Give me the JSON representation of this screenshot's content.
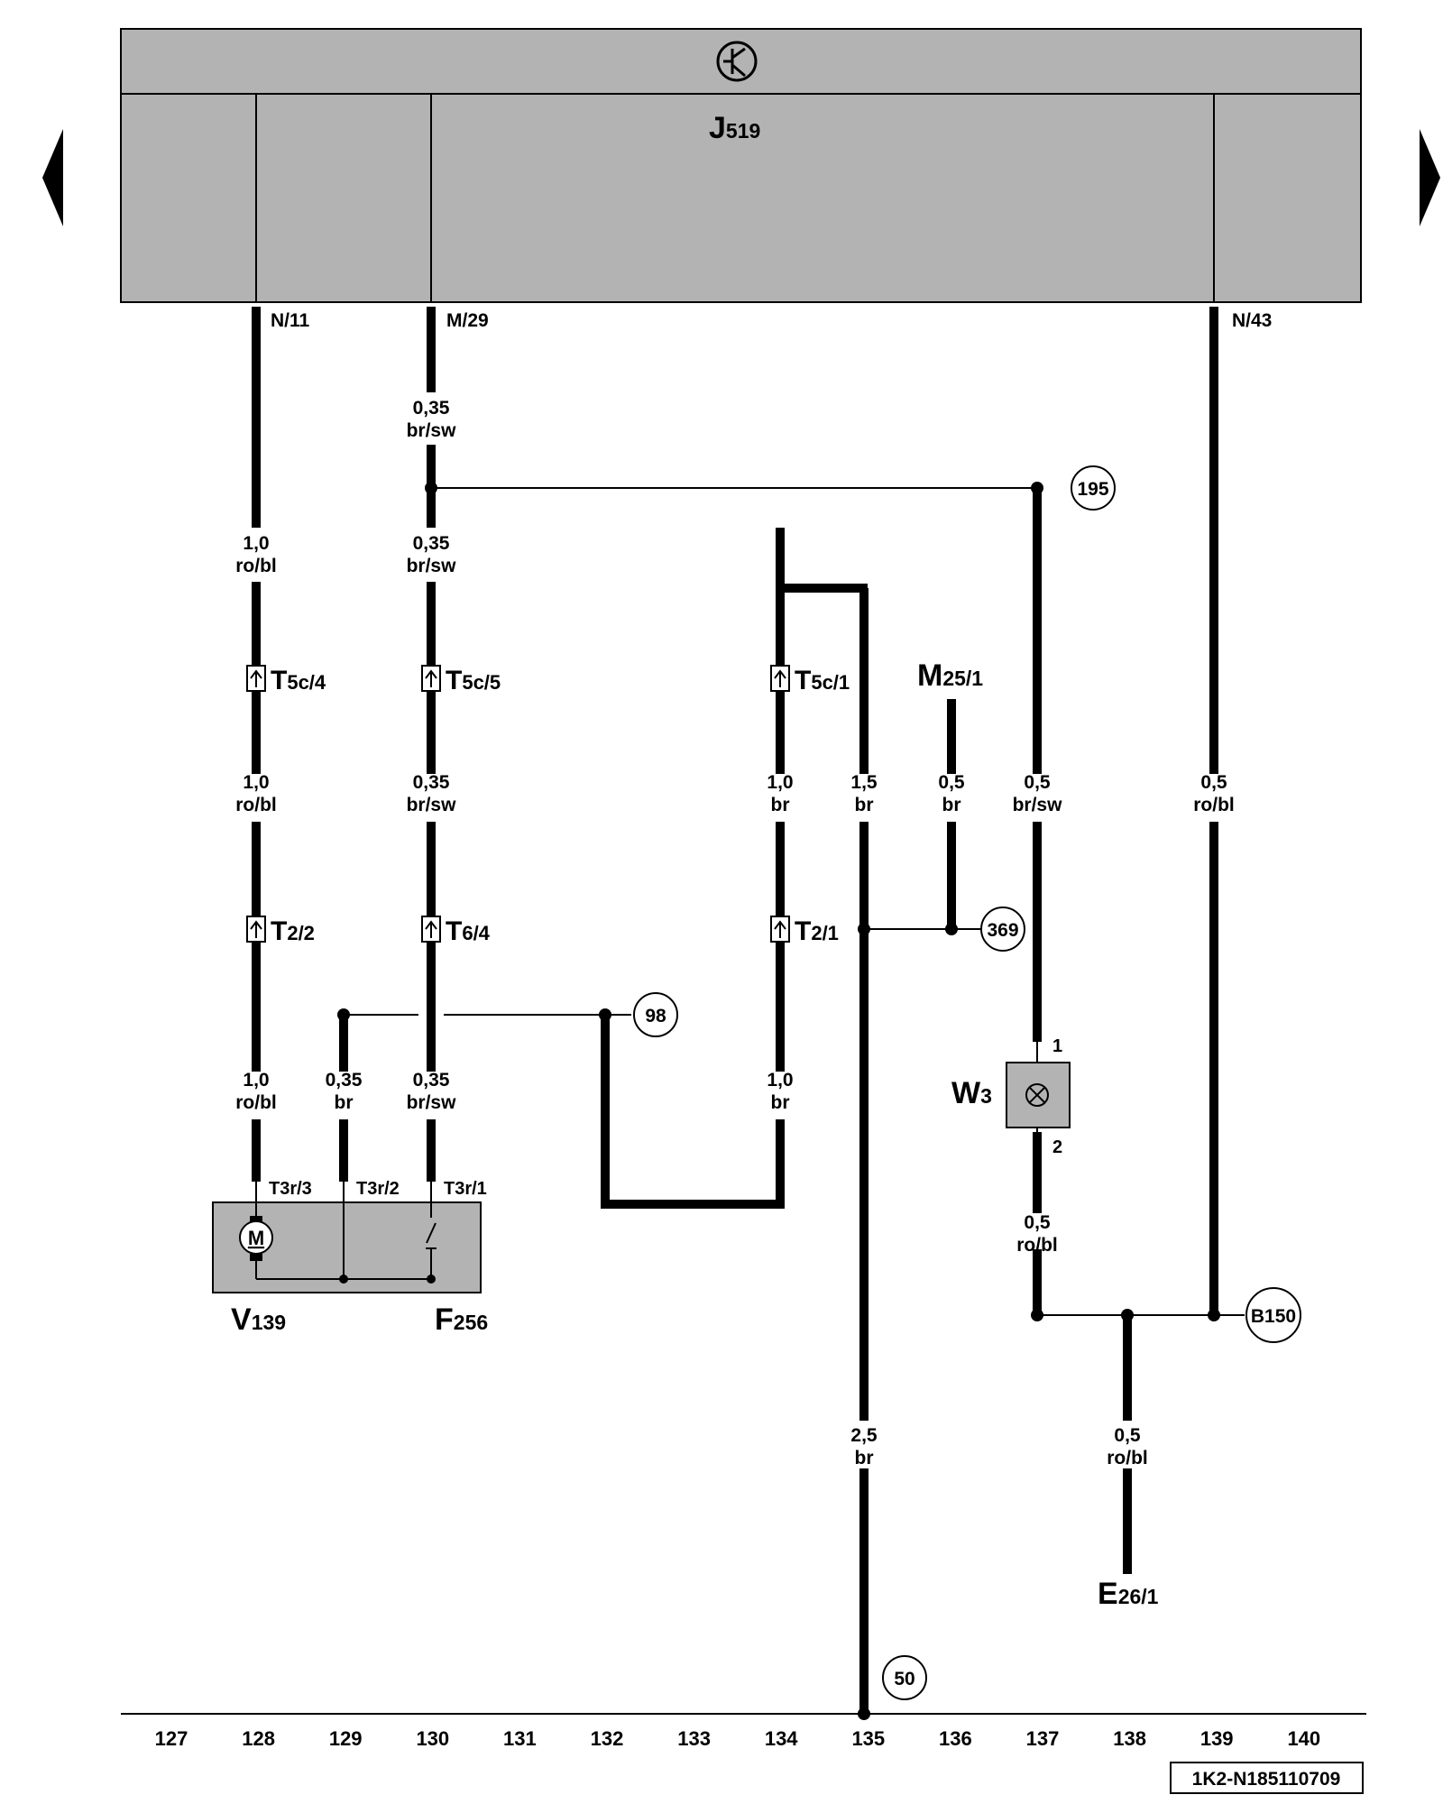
{
  "module": {
    "letter": "J",
    "sub": "519"
  },
  "pins": {
    "p1": "N/11",
    "p2": "M/29",
    "p3": "N/43"
  },
  "wires": {
    "w1": {
      "size": "0,35",
      "color": "br/sw"
    },
    "w2": {
      "size": "1,0",
      "color": "ro/bl"
    },
    "w3": {
      "size": "0,35",
      "color": "br/sw"
    },
    "w4": {
      "size": "1,0",
      "color": "ro/bl"
    },
    "w5": {
      "size": "0,35",
      "color": "br/sw"
    },
    "w6": {
      "size": "1,0",
      "color": "br"
    },
    "w7": {
      "size": "1,5",
      "color": "br"
    },
    "w8": {
      "size": "0,5",
      "color": "br"
    },
    "w9": {
      "size": "0,5",
      "color": "br/sw"
    },
    "w10": {
      "size": "0,5",
      "color": "ro/bl"
    },
    "w11": {
      "size": "1,0",
      "color": "ro/bl"
    },
    "w12": {
      "size": "0,35",
      "color": "br"
    },
    "w13": {
      "size": "0,35",
      "color": "br/sw"
    },
    "w14": {
      "size": "1,0",
      "color": "br"
    },
    "w15": {
      "size": "0,5",
      "color": "ro/bl"
    },
    "w16": {
      "size": "2,5",
      "color": "br"
    },
    "w17": {
      "size": "0,5",
      "color": "ro/bl"
    }
  },
  "connectors": {
    "c1": {
      "main": "T",
      "sub": "5c/4"
    },
    "c2": {
      "main": "T",
      "sub": "5c/5"
    },
    "c3": {
      "main": "T",
      "sub": "5c/1"
    },
    "c4": {
      "main": "T",
      "sub": "2/2"
    },
    "c5": {
      "main": "T",
      "sub": "6/4"
    },
    "c6": {
      "main": "T",
      "sub": "2/1"
    }
  },
  "ground": {
    "main": "M",
    "sub": "25/1"
  },
  "refs": {
    "r195": "195",
    "r369": "369",
    "r98": "98",
    "r50": "50",
    "rB150": "B150"
  },
  "lamp": {
    "main": "W",
    "sub": "3",
    "pin1": "1",
    "pin2": "2"
  },
  "motor_pins": {
    "a": "T3r/3",
    "b": "T3r/2",
    "c": "T3r/1"
  },
  "motor_symbol": "M",
  "v139": {
    "main": "V",
    "sub": "139"
  },
  "f256": {
    "main": "F",
    "sub": "256"
  },
  "e26": {
    "main": "E",
    "sub": "26/1"
  },
  "columns": [
    "127",
    "128",
    "129",
    "130",
    "131",
    "132",
    "133",
    "134",
    "135",
    "136",
    "137",
    "138",
    "139",
    "140"
  ],
  "diagram_code": "1K2-N185110709"
}
